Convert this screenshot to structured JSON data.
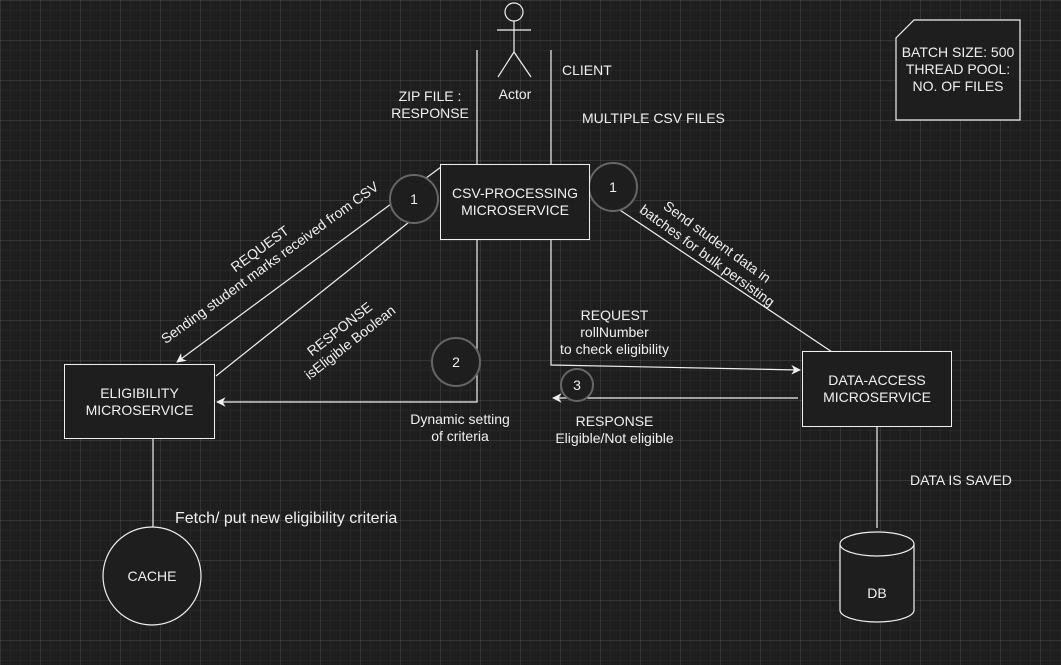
{
  "actor": {
    "label": "Actor"
  },
  "client_label": "CLIENT",
  "zip_label_1": "ZIP FILE :",
  "zip_label_2": "RESPONSE",
  "csv_files_label": "MULTIPLE CSV FILES",
  "config_note": {
    "line1": "BATCH SIZE: 500",
    "line2": "THREAD POOL:",
    "line3": "NO. OF FILES"
  },
  "csv_service": {
    "line1": "CSV-PROCESSING",
    "line2": "MICROSERVICE"
  },
  "eligibility_service": {
    "line1": "ELIGIBILITY",
    "line2": "MICROSERVICE"
  },
  "data_access_service": {
    "line1": "DATA-ACCESS",
    "line2": "MICROSERVICE"
  },
  "request_left": {
    "line1": "REQUEST",
    "line2": "Sending student marks received from CSV"
  },
  "response_left": {
    "line1": "RESPONSE",
    "line2": "isEligible Boolean"
  },
  "send_batches": {
    "line1": "Send student data in",
    "line2": "batches for bulk persisting"
  },
  "request_mid": {
    "line1": "REQUEST",
    "line2": "rollNumber",
    "line3": "to check eligibility"
  },
  "response_mid": {
    "line1": "RESPONSE",
    "line2": "Eligible/Not eligible"
  },
  "dynamic_setting": {
    "line1": "Dynamic setting",
    "line2": "of criteria"
  },
  "fetch_label": "Fetch/ put new eligibility criteria",
  "data_saved": "DATA IS SAVED",
  "cache_label": "CACHE",
  "db_label": "DB",
  "step_numbers": {
    "n1a": "1",
    "n1b": "1",
    "n2": "2",
    "n3": "3"
  },
  "colors": {
    "background": "#1e1e1e",
    "stroke": "#f0f0f0"
  }
}
